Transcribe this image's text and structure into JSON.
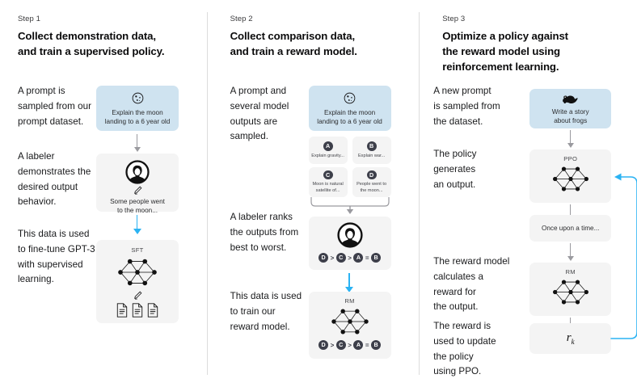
{
  "title": "InstructGPT RLHF three-step training diagram",
  "accent": {
    "blue_arrow": "#2bb3f3",
    "blue_card": "#cfe3f0",
    "gray_card": "#f4f4f4",
    "gray_arrow": "#9a9a9f",
    "badge": "#3d3f4a"
  },
  "columns": [
    {
      "step_label": "Step 1",
      "title_lines": [
        "Collect demonstration data,",
        "and train a supervised policy."
      ],
      "paragraphs": [
        {
          "lines": [
            "A prompt is",
            "sampled from our",
            "prompt dataset."
          ]
        },
        {
          "lines": [
            "A labeler",
            "demonstrates the",
            "desired output",
            "behavior."
          ]
        },
        {
          "lines": [
            "This data is used",
            "to fine-tune GPT-3",
            "with supervised",
            "learning."
          ]
        }
      ],
      "cards": [
        {
          "kind": "prompt",
          "icon": "moon-icon",
          "caption_lines": [
            "Explain the moon",
            "landing to a 6 year old"
          ]
        },
        {
          "kind": "labeler",
          "icon": "labeler-avatar-icon",
          "caption_lines": [
            "Some people went",
            "to the moon..."
          ]
        },
        {
          "kind": "model",
          "icon": "neural-network-icon",
          "label": "SFT",
          "sub_icon": "documents-icon"
        }
      ],
      "arrows": [
        {
          "color": "gray"
        },
        {
          "color": "blue"
        }
      ]
    },
    {
      "step_label": "Step 2",
      "title_lines": [
        "Collect comparison data,",
        "and train a reward model."
      ],
      "paragraphs": [
        {
          "lines": [
            "A prompt and",
            "several model",
            "outputs are",
            "sampled."
          ]
        },
        {
          "lines": [
            "A labeler ranks",
            "the outputs from",
            "best to worst."
          ]
        },
        {
          "lines": [
            "This data is used",
            "to train our",
            "reward model."
          ]
        }
      ],
      "cards": [
        {
          "kind": "prompt",
          "icon": "moon-icon",
          "caption_lines": [
            "Explain the moon",
            "landing to a 6 year old"
          ]
        },
        {
          "kind": "outputs",
          "items": [
            {
              "badge": "A",
              "text_lines": [
                "Explain gravity..."
              ]
            },
            {
              "badge": "B",
              "text_lines": [
                "Explain war..."
              ]
            },
            {
              "badge": "C",
              "text_lines": [
                "Moon is natural",
                "satellite of..."
              ]
            },
            {
              "badge": "D",
              "text_lines": [
                "People went to",
                "the moon..."
              ]
            }
          ]
        },
        {
          "kind": "labeler-rank",
          "icon": "labeler-avatar-icon",
          "ranking": [
            "D",
            ">",
            "C",
            ">",
            "A",
            "=",
            "B"
          ]
        },
        {
          "kind": "model-rank",
          "icon": "neural-network-icon",
          "label": "RM",
          "ranking": [
            "D",
            ">",
            "C",
            ">",
            "A",
            "=",
            "B"
          ]
        }
      ],
      "arrows": [
        {
          "color": "gray"
        },
        {
          "color": "gray"
        },
        {
          "color": "blue"
        }
      ]
    },
    {
      "step_label": "Step 3",
      "title_lines": [
        "Optimize a policy against",
        "the reward model using",
        "reinforcement learning."
      ],
      "paragraphs": [
        {
          "lines": [
            "A new prompt",
            "is sampled from",
            "the dataset."
          ]
        },
        {
          "lines": [
            "The policy",
            "generates",
            "an output."
          ]
        },
        {
          "lines": [
            "The reward model",
            "calculates a",
            "reward for",
            "the output."
          ]
        },
        {
          "lines": [
            "The reward is",
            "used to update",
            "the policy",
            "using PPO."
          ]
        }
      ],
      "cards": [
        {
          "kind": "prompt",
          "icon": "frog-icon",
          "caption_lines": [
            "Write a story",
            "about frogs"
          ]
        },
        {
          "kind": "model",
          "icon": "neural-network-icon",
          "label": "PPO"
        },
        {
          "kind": "output",
          "caption_lines": [
            "Once upon a time..."
          ]
        },
        {
          "kind": "model",
          "icon": "neural-network-icon",
          "label": "RM"
        },
        {
          "kind": "reward",
          "symbol": "r",
          "subscript": "k"
        }
      ],
      "arrows": [
        {
          "color": "gray"
        },
        {
          "color": "gray"
        },
        {
          "color": "gray"
        },
        {
          "color": "gray"
        }
      ],
      "feedback_loop": {
        "from": "reward",
        "to": "policy",
        "color": "#2bb3f3"
      }
    }
  ]
}
